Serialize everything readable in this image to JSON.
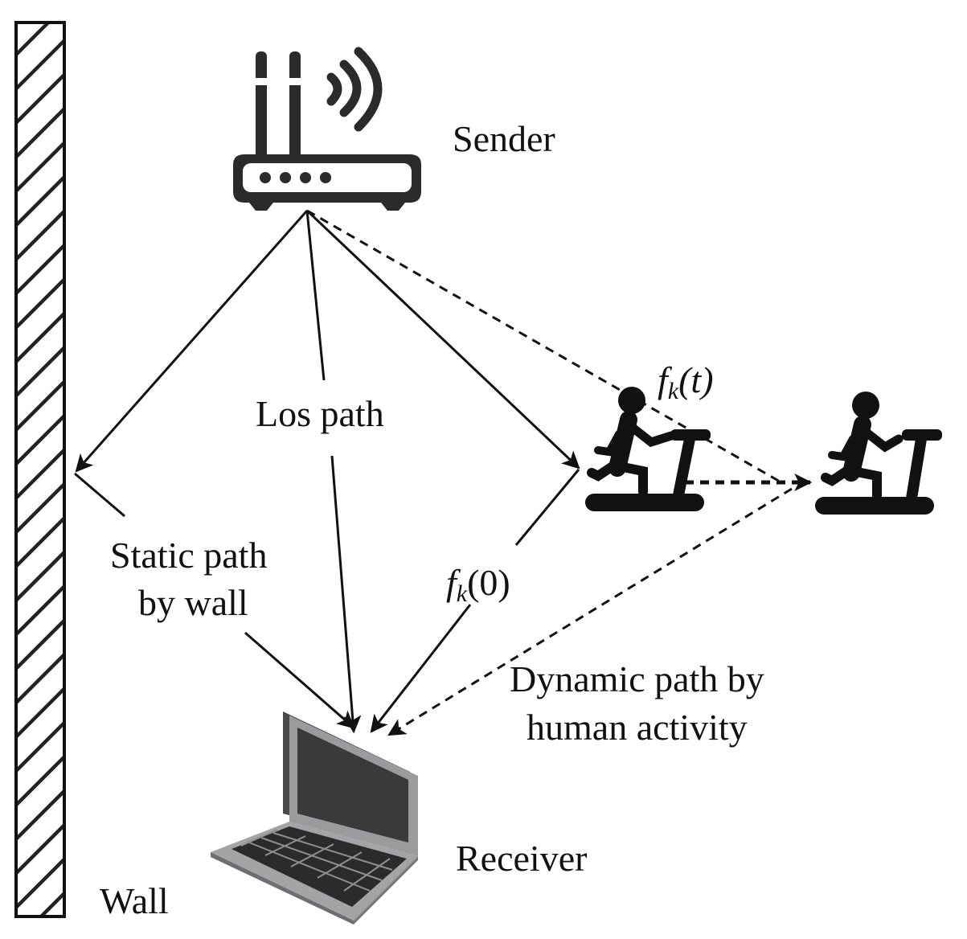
{
  "labels": {
    "sender": "Sender",
    "receiver": "Receiver",
    "wall": "Wall",
    "los_path": "Los path",
    "static_path_line1": "Static path",
    "static_path_line2": "by wall",
    "dynamic_path_line1": "Dynamic path by",
    "dynamic_path_line2": "human activity"
  },
  "annotations": {
    "fk_t": {
      "f": "f",
      "sub": "k",
      "arg": "(t)"
    },
    "fk_0": {
      "f": "f",
      "sub": "k",
      "arg": "(0)"
    }
  },
  "colors": {
    "ink": "#111111",
    "laptop_body": "#9b9b9d",
    "laptop_screen": "#3a3a3a",
    "laptop_keys": "#2b2b2b"
  }
}
